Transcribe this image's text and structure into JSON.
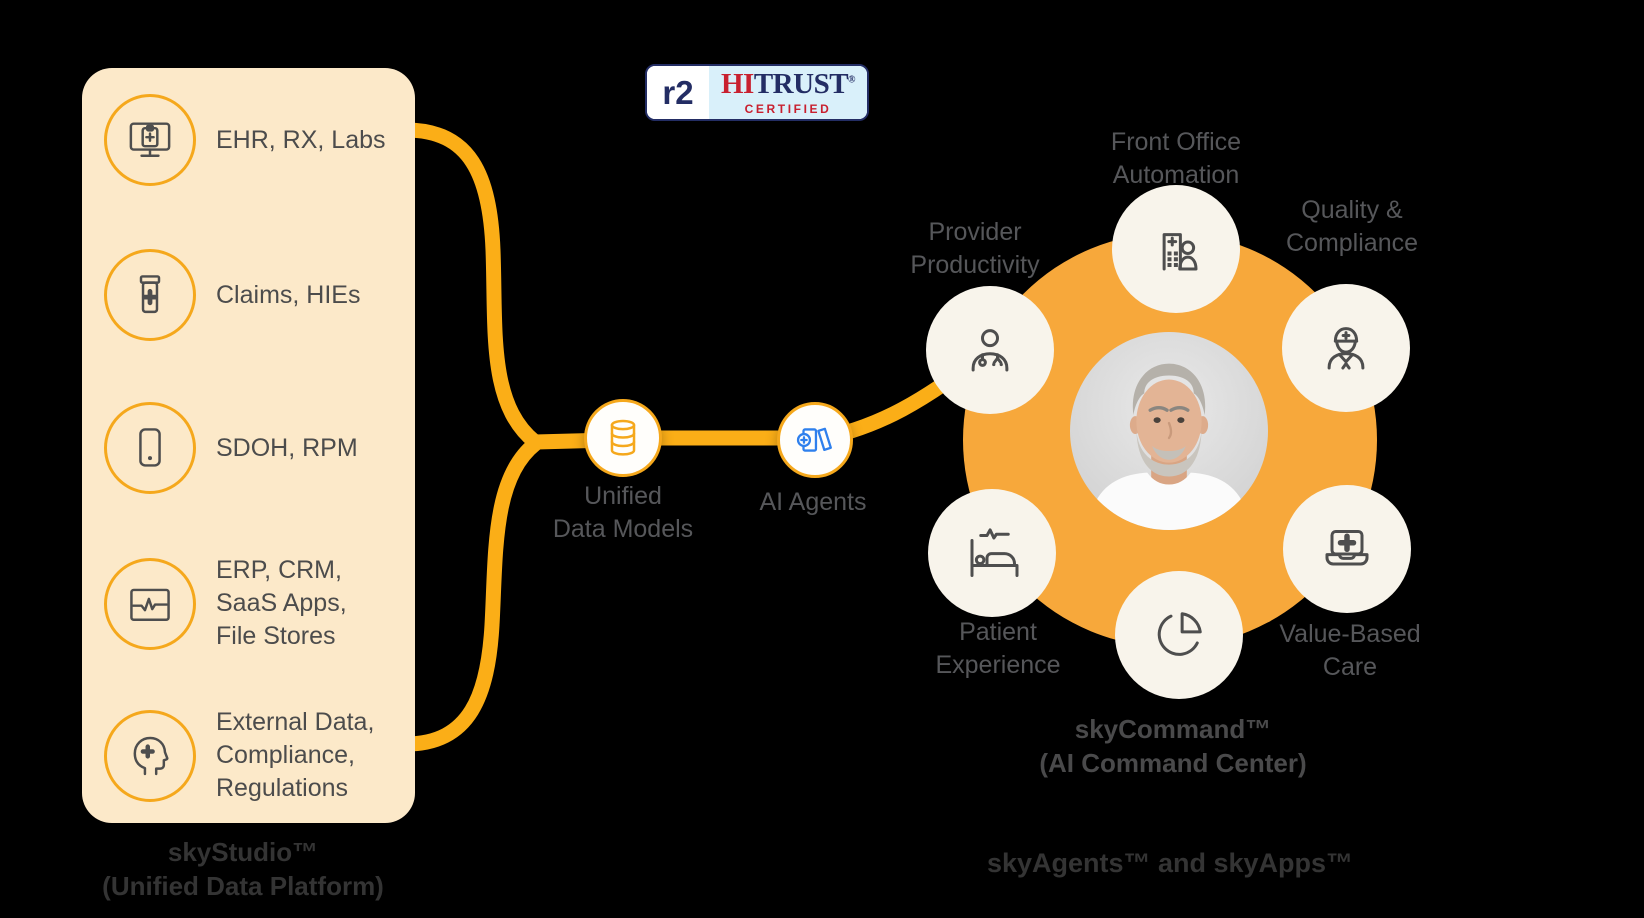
{
  "badge": {
    "r2": "r2",
    "hi": "HI",
    "trust": "TRUST",
    "registered": "®",
    "certified": "CERTIFIED"
  },
  "sources": {
    "items": [
      {
        "icon": "monitor-clipboard-icon",
        "lines": [
          "EHR, RX, Labs"
        ]
      },
      {
        "icon": "pill-bottle-icon",
        "lines": [
          "Claims, HIEs"
        ]
      },
      {
        "icon": "smartphone-icon",
        "lines": [
          "SDOH, RPM"
        ]
      },
      {
        "icon": "screen-pulse-icon",
        "lines": [
          "ERP, CRM,",
          "SaaS Apps,",
          "File Stores"
        ]
      },
      {
        "icon": "head-cross-icon",
        "lines": [
          "External Data,",
          "Compliance,",
          "Regulations"
        ]
      }
    ],
    "caption": [
      "skyStudio™",
      "(Unified Data Platform)"
    ]
  },
  "pipeline": {
    "unified_data_models": {
      "icon": "database-icon",
      "lines": [
        "Unified",
        "Data Models"
      ]
    },
    "ai_agents": {
      "icon": "ai-agents-kit-icon",
      "label": "AI Agents"
    }
  },
  "hub": {
    "satellites": [
      {
        "id": "front-office-automation",
        "icon": "clinic-building-person-icon",
        "lines": [
          "Front Office",
          "Automation"
        ]
      },
      {
        "id": "provider-productivity",
        "icon": "doctor-stethoscope-icon",
        "lines": [
          "Provider",
          "Productivity"
        ]
      },
      {
        "id": "quality-compliance",
        "icon": "nurse-icon",
        "lines": [
          "Quality &",
          "Compliance"
        ]
      },
      {
        "id": "patient-experience",
        "icon": "hospital-bed-icon",
        "lines": [
          "Patient",
          "Experience"
        ]
      },
      {
        "id": "sky-command",
        "icon": "pie-chart-icon",
        "lines": [
          "skyCommand™",
          "(AI Command Center)"
        ]
      },
      {
        "id": "value-based-care",
        "icon": "laptop-medical-icon",
        "lines": [
          "Value-Based",
          "Care"
        ]
      }
    ],
    "caption": "skyAgents™ and skyApps™"
  },
  "colors": {
    "accent_yellow": "#FBAE17",
    "hub_yellow": "#F7A83B",
    "panel_cream": "#FCE9C9",
    "circle_cream": "#F8F4EB",
    "badge_navy": "#232D64",
    "badge_red": "#C8202F",
    "agents_blue": "#2F80ED",
    "icon_gray": "#4E4E4E"
  }
}
